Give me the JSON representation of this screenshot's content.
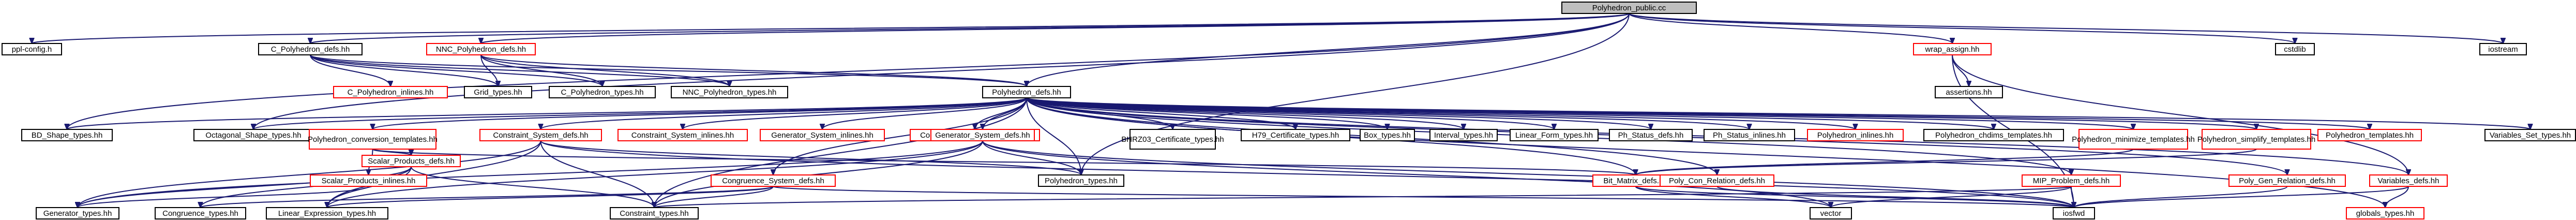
{
  "colors": {
    "edge": "#191970",
    "border_normal": "#000000",
    "border_red": "#ff0000",
    "fill_default": "#ffffff",
    "fill_root": "#bfbfbf",
    "text_default": "#000000",
    "text_red": "#ff0000"
  },
  "nodes": [
    {
      "id": "root",
      "label": "Polyhedron_public.cc",
      "root": true
    },
    {
      "id": "ppl_config",
      "label": "ppl-config.h"
    },
    {
      "id": "cpd",
      "label": "C_Polyhedron_defs.hh"
    },
    {
      "id": "nncd",
      "label": "NNC_Polyhedron_defs.hh",
      "red": true
    },
    {
      "id": "pd",
      "label": "Polyhedron_defs.hh"
    },
    {
      "id": "wrap",
      "label": "wrap_assign.hh",
      "red": true
    },
    {
      "id": "cstdlib",
      "label": "cstdlib"
    },
    {
      "id": "iostream",
      "label": "iostream"
    },
    {
      "id": "cpi",
      "label": "C_Polyhedron_inlines.hh",
      "red": true
    },
    {
      "id": "grid",
      "label": "Grid_types.hh"
    },
    {
      "id": "cpt",
      "label": "C_Polyhedron_types.hh"
    },
    {
      "id": "nnct",
      "label": "NNC_Polyhedron_types.hh"
    },
    {
      "id": "assert",
      "label": "assertions.hh"
    },
    {
      "id": "bd",
      "label": "BD_Shape_types.hh"
    },
    {
      "id": "oct",
      "label": "Octagonal_Shape_types.hh"
    },
    {
      "id": "pct",
      "label": "Polyhedron_conversion_templates.hh",
      "red": true
    },
    {
      "id": "csd",
      "label": "Constraint_System_defs.hh",
      "red": true
    },
    {
      "id": "csi",
      "label": "Constraint_System_inlines.hh",
      "red": true
    },
    {
      "id": "gsi",
      "label": "Generator_System_inlines.hh",
      "red": true
    },
    {
      "id": "cgsi",
      "label": "Congruence_System_inlines.hh",
      "red": true
    },
    {
      "id": "gsd",
      "label": "Generator_System_defs.hh",
      "red": true
    },
    {
      "id": "bhrz",
      "label": "BHRZ03_Certificate_types.hh"
    },
    {
      "id": "h79",
      "label": "H79_Certificate_types.hh"
    },
    {
      "id": "box",
      "label": "Box_types.hh"
    },
    {
      "id": "interval",
      "label": "Interval_types.hh"
    },
    {
      "id": "lft",
      "label": "Linear_Form_types.hh"
    },
    {
      "id": "psd",
      "label": "Ph_Status_defs.hh"
    },
    {
      "id": "psi",
      "label": "Ph_Status_inlines.hh"
    },
    {
      "id": "pi",
      "label": "Polyhedron_inlines.hh",
      "red": true
    },
    {
      "id": "pcht",
      "label": "Polyhedron_chdims_templates.hh"
    },
    {
      "id": "pmt",
      "label": "Polyhedron_minimize_templates.hh",
      "red": true
    },
    {
      "id": "pst",
      "label": "Polyhedron_simplify_templates.hh",
      "red": true
    },
    {
      "id": "ptmpl",
      "label": "Polyhedron_templates.hh",
      "red": true
    },
    {
      "id": "vst",
      "label": "Variables_Set_types.hh"
    },
    {
      "id": "spi",
      "label": "Scalar_Products_inlines.hh",
      "red": true
    },
    {
      "id": "spd",
      "label": "Scalar_Products_defs.hh",
      "red": true
    },
    {
      "id": "cgsd",
      "label": "Congruence_System_defs.hh",
      "red": true
    },
    {
      "id": "pt",
      "label": "Polyhedron_types.hh"
    },
    {
      "id": "bitm",
      "label": "Bit_Matrix_defs.hh",
      "red": true
    },
    {
      "id": "pcrd",
      "label": "Poly_Con_Relation_defs.hh",
      "red": true
    },
    {
      "id": "mipd",
      "label": "MIP_Problem_defs.hh",
      "red": true
    },
    {
      "id": "pgrd",
      "label": "Poly_Gen_Relation_defs.hh",
      "red": true
    },
    {
      "id": "vard",
      "label": "Variables_defs.hh",
      "red": true
    },
    {
      "id": "gent",
      "label": "Generator_types.hh"
    },
    {
      "id": "cgt",
      "label": "Congruence_types.hh"
    },
    {
      "id": "let",
      "label": "Linear_Expression_types.hh"
    },
    {
      "id": "ct",
      "label": "Constraint_types.hh"
    },
    {
      "id": "vector",
      "label": "vector"
    },
    {
      "id": "iosfwd",
      "label": "iosfwd"
    },
    {
      "id": "globals",
      "label": "globals_types.hh",
      "red": true
    }
  ]
}
